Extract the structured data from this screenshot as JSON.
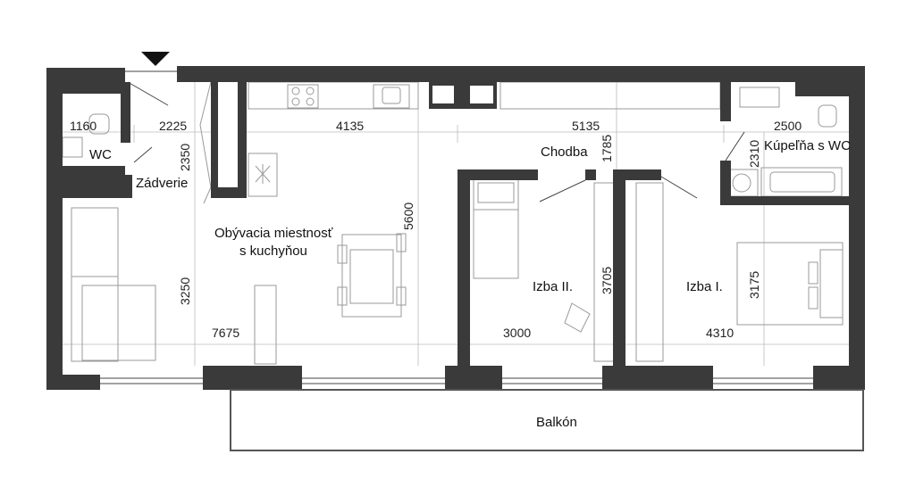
{
  "rooms": {
    "wc": "WC",
    "vestibule": "Zádverie",
    "living_line1": "Obývacia miestnosť",
    "living_line2": "s kuchyňou",
    "hallway": "Chodba",
    "bathroom": "Kúpeľňa s WC",
    "room2": "Izba II.",
    "room1": "Izba I.",
    "balcony": "Balkón"
  },
  "dimensions": {
    "wc_width": "1160",
    "vestibule_width": "2225",
    "vestibule_height": "2350",
    "kitchen_width": "4135",
    "hall_width": "5135",
    "hall_height": "1785",
    "bath_width": "2500",
    "bath_height": "2310",
    "living_depth": "5600",
    "living_height": "3250",
    "living_width": "7675",
    "room2_height": "3705",
    "room2_width": "3000",
    "room1_height": "3175",
    "room1_width": "4310"
  }
}
